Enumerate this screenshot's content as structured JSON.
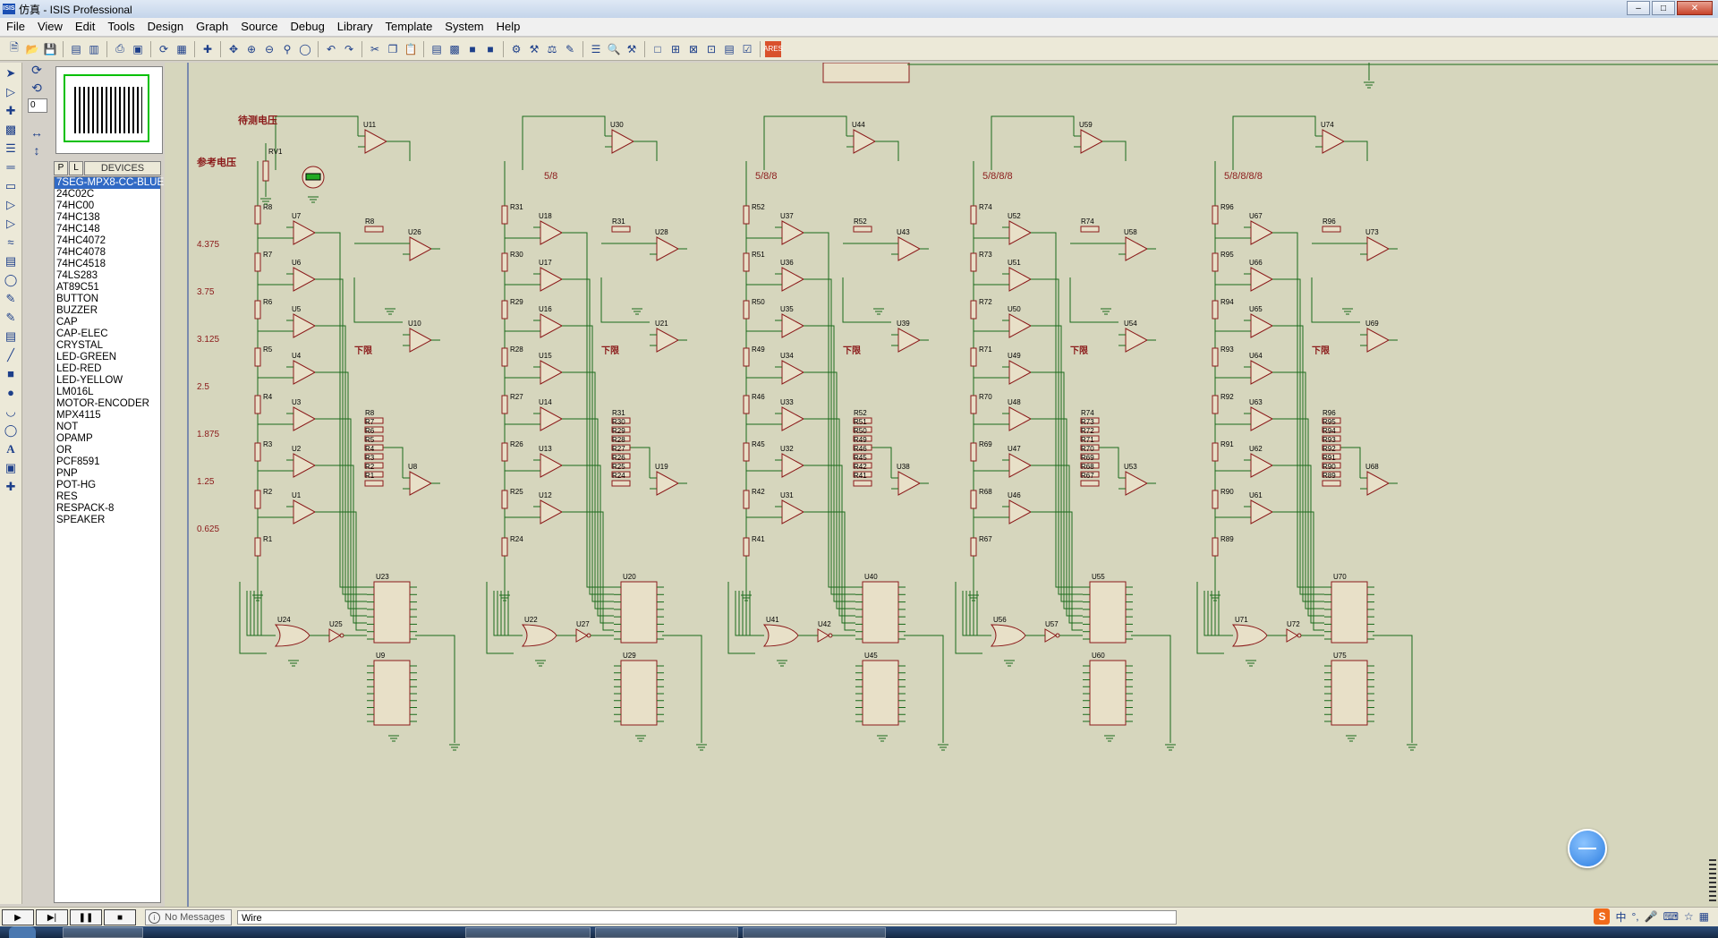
{
  "window": {
    "title": "仿真 - ISIS Professional",
    "app_icon_text": "ISIS",
    "controls": [
      "minimize",
      "maximize",
      "close"
    ]
  },
  "menu": [
    "File",
    "View",
    "Edit",
    "Tools",
    "Design",
    "Graph",
    "Source",
    "Debug",
    "Library",
    "Template",
    "System",
    "Help"
  ],
  "rotation": {
    "value": "0"
  },
  "picker": {
    "p_label": "P",
    "l_label": "L",
    "header": "DEVICES",
    "selected": "7SEG-MPX8-CC-BLUE",
    "items": [
      "7SEG-MPX8-CC-BLUE",
      "24C02C",
      "74HC00",
      "74HC138",
      "74HC148",
      "74HC4072",
      "74HC4078",
      "74HC4518",
      "74LS283",
      "AT89C51",
      "BUTTON",
      "BUZZER",
      "CAP",
      "CAP-ELEC",
      "CRYSTAL",
      "LED-GREEN",
      "LED-RED",
      "LED-YELLOW",
      "LM016L",
      "MOTOR-ENCODER",
      "MPX4115",
      "NOT",
      "OPAMP",
      "OR",
      "PCF8591",
      "PNP",
      "POT-HG",
      "RES",
      "RESPACK-8",
      "SPEAKER"
    ]
  },
  "schematic": {
    "labels": {
      "measured_voltage": "待测电压",
      "reference_voltage": "参考电压",
      "lower_limit": "下限",
      "frac_1": "5/8",
      "frac_2": "5/8/8",
      "frac_3": "5/8/8/8",
      "frac_4": "5/8/8/8/8"
    },
    "voltage_ticks": [
      "4.375",
      "3.75",
      "3.125",
      "2.5",
      "1.875",
      "1.25",
      "0.625"
    ],
    "stages": [
      {
        "resistors": [
          "R8",
          "R7",
          "R6",
          "R5",
          "R4",
          "R3",
          "R2",
          "R1"
        ],
        "opamps": [
          "U7",
          "U6",
          "U5",
          "U4",
          "U3",
          "U2",
          "U1"
        ],
        "top": "U11",
        "diff": "U26",
        "low": "U10",
        "enc": "U23",
        "dec": "U9",
        "or": "U24",
        "not": "U25",
        "out": "U8",
        "pot": "RV1"
      },
      {
        "resistors": [
          "R31",
          "R30",
          "R29",
          "R28",
          "R27",
          "R26",
          "R25",
          "R24"
        ],
        "opamps": [
          "U18",
          "U17",
          "U16",
          "U15",
          "U14",
          "U13",
          "U12"
        ],
        "top": "U30",
        "diff": "U28",
        "low": "U21",
        "enc": "U20",
        "dec": "U29",
        "or": "U22",
        "not": "U27",
        "out": "U19"
      },
      {
        "resistors": [
          "R52",
          "R51",
          "R50",
          "R49",
          "R46",
          "R45",
          "R42",
          "R41"
        ],
        "opamps": [
          "U37",
          "U36",
          "U35",
          "U34",
          "U33",
          "U32",
          "U31"
        ],
        "top": "U44",
        "diff": "U43",
        "low": "U39",
        "enc": "U40",
        "dec": "U45",
        "or": "U41",
        "not": "U42",
        "out": "U38"
      },
      {
        "resistors": [
          "R74",
          "R73",
          "R72",
          "R71",
          "R70",
          "R69",
          "R68",
          "R67"
        ],
        "opamps": [
          "U52",
          "U51",
          "U50",
          "U49",
          "U48",
          "U47",
          "U46"
        ],
        "top": "U59",
        "diff": "U58",
        "low": "U54",
        "enc": "U55",
        "dec": "U60",
        "or": "U56",
        "not": "U57",
        "out": "U53"
      },
      {
        "resistors": [
          "R96",
          "R95",
          "R94",
          "R93",
          "R92",
          "R91",
          "R90",
          "R89"
        ],
        "opamps": [
          "U67",
          "U66",
          "U65",
          "U64",
          "U63",
          "U62",
          "U61"
        ],
        "top": "U74",
        "diff": "U73",
        "low": "U69",
        "enc": "U70",
        "dec": "U75",
        "or": "U71",
        "not": "U72",
        "out": "U68"
      }
    ]
  },
  "status": {
    "messages": "No Messages",
    "mode": "Wire"
  },
  "ime": {
    "logo": "S",
    "lang": "中"
  }
}
